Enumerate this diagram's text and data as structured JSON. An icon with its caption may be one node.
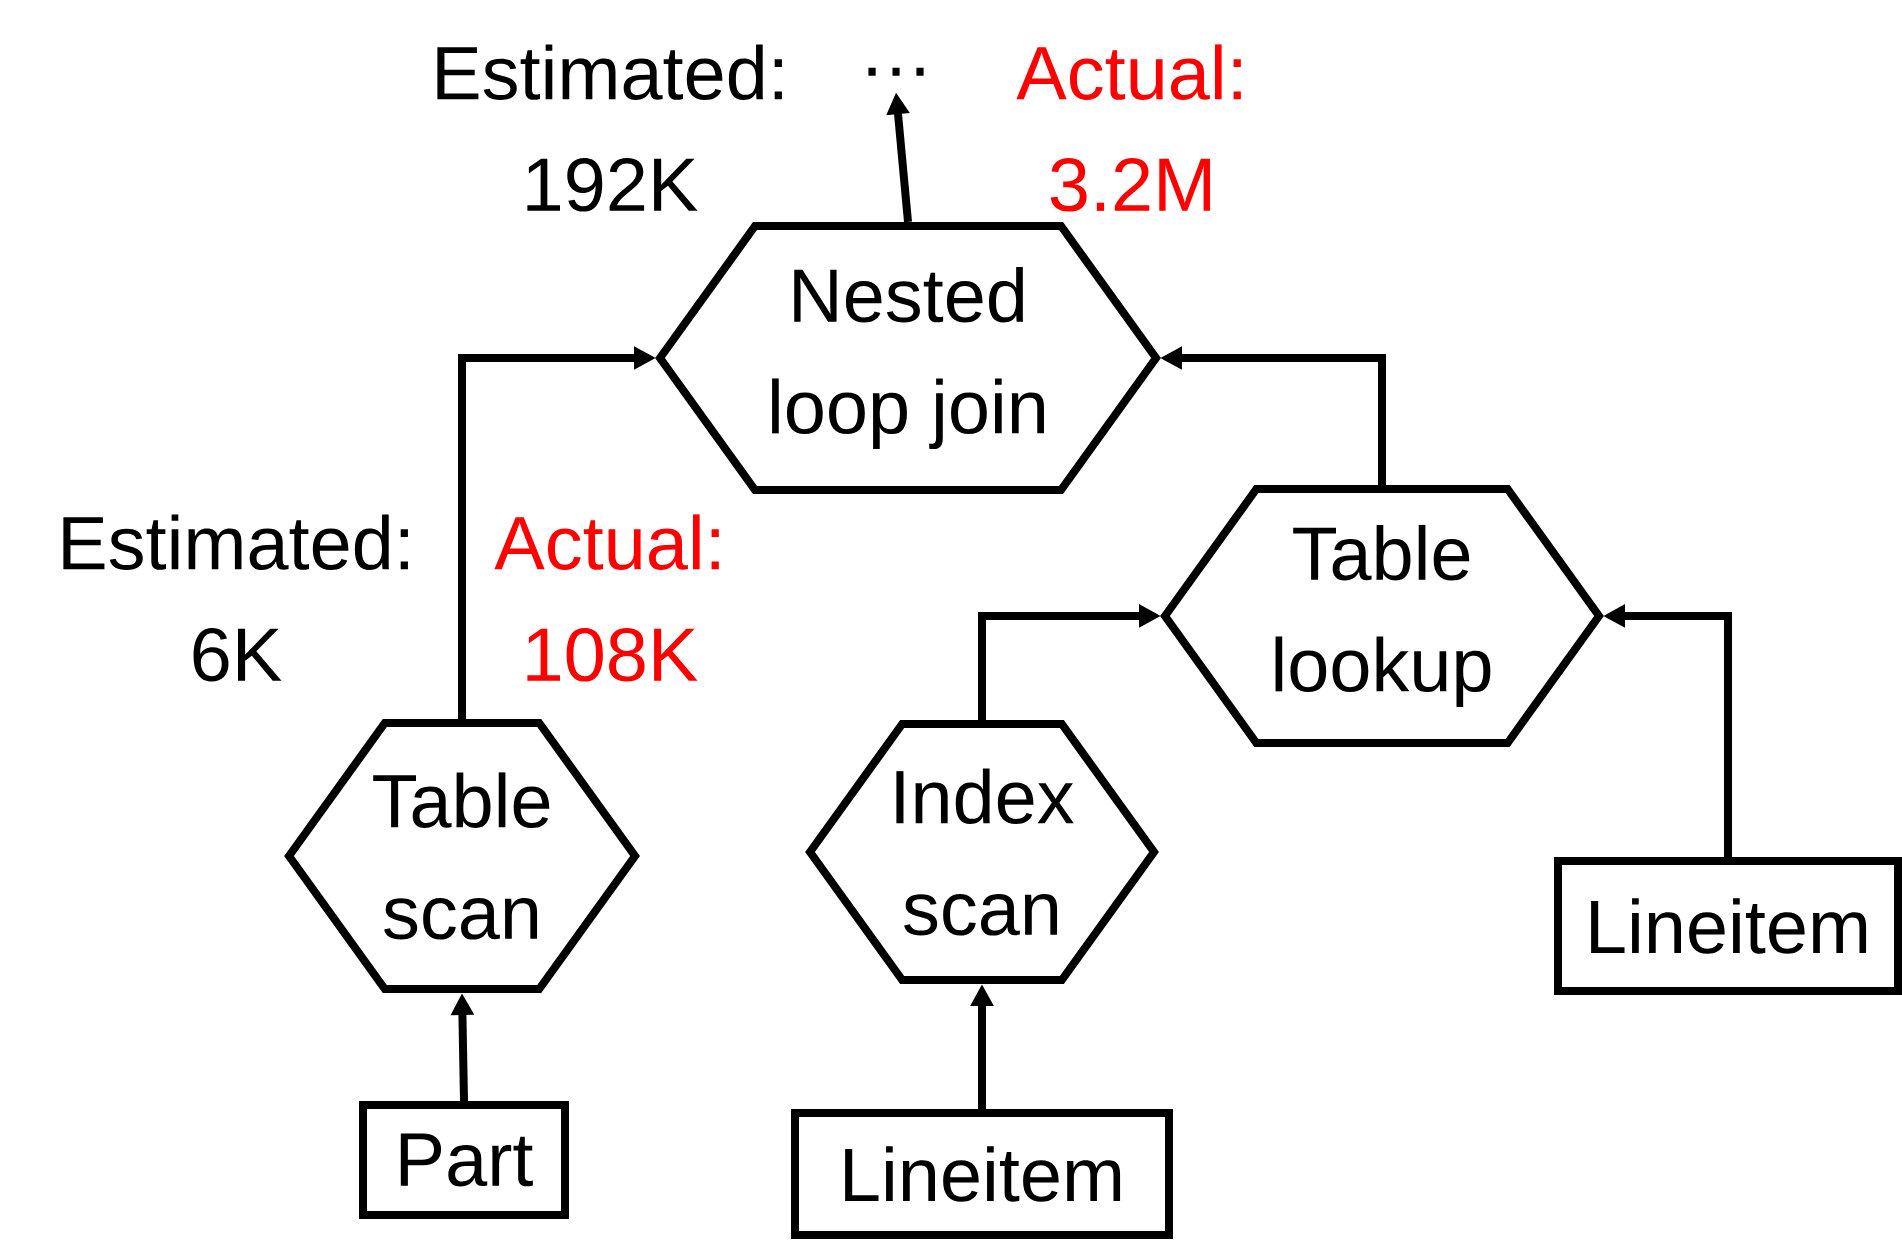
{
  "diagram": {
    "nodes": [
      {
        "text": [
          "…"
        ]
      },
      {
        "text": [
          "Nested loop join"
        ]
      },
      {
        "text": [
          "Table lookup"
        ]
      },
      {
        "text": [
          "Table scan"
        ]
      },
      {
        "text": [
          "Index scan"
        ]
      },
      {
        "text": [
          "Part"
        ]
      },
      {
        "text": [
          "Lineitem"
        ]
      },
      {
        "text": [
          "Lineitem"
        ]
      }
    ],
    "edges": [
      {
        "from": 1,
        "to": 0,
        "arrow": "to"
      },
      {
        "from": 3,
        "to": 1,
        "arrow": "to"
      },
      {
        "from": 2,
        "to": 1,
        "arrow": "to"
      },
      {
        "from": 4,
        "to": 2,
        "arrow": "to"
      },
      {
        "from": 7,
        "to": 2,
        "arrow": "to"
      },
      {
        "from": 5,
        "to": 3,
        "arrow": "to"
      },
      {
        "from": 6,
        "to": 4,
        "arrow": "to"
      }
    ],
    "labels": [
      "Estimated: 192K",
      "Actual: 3.2M",
      "Estimated: 6K",
      "Actual: 108K"
    ]
  }
}
